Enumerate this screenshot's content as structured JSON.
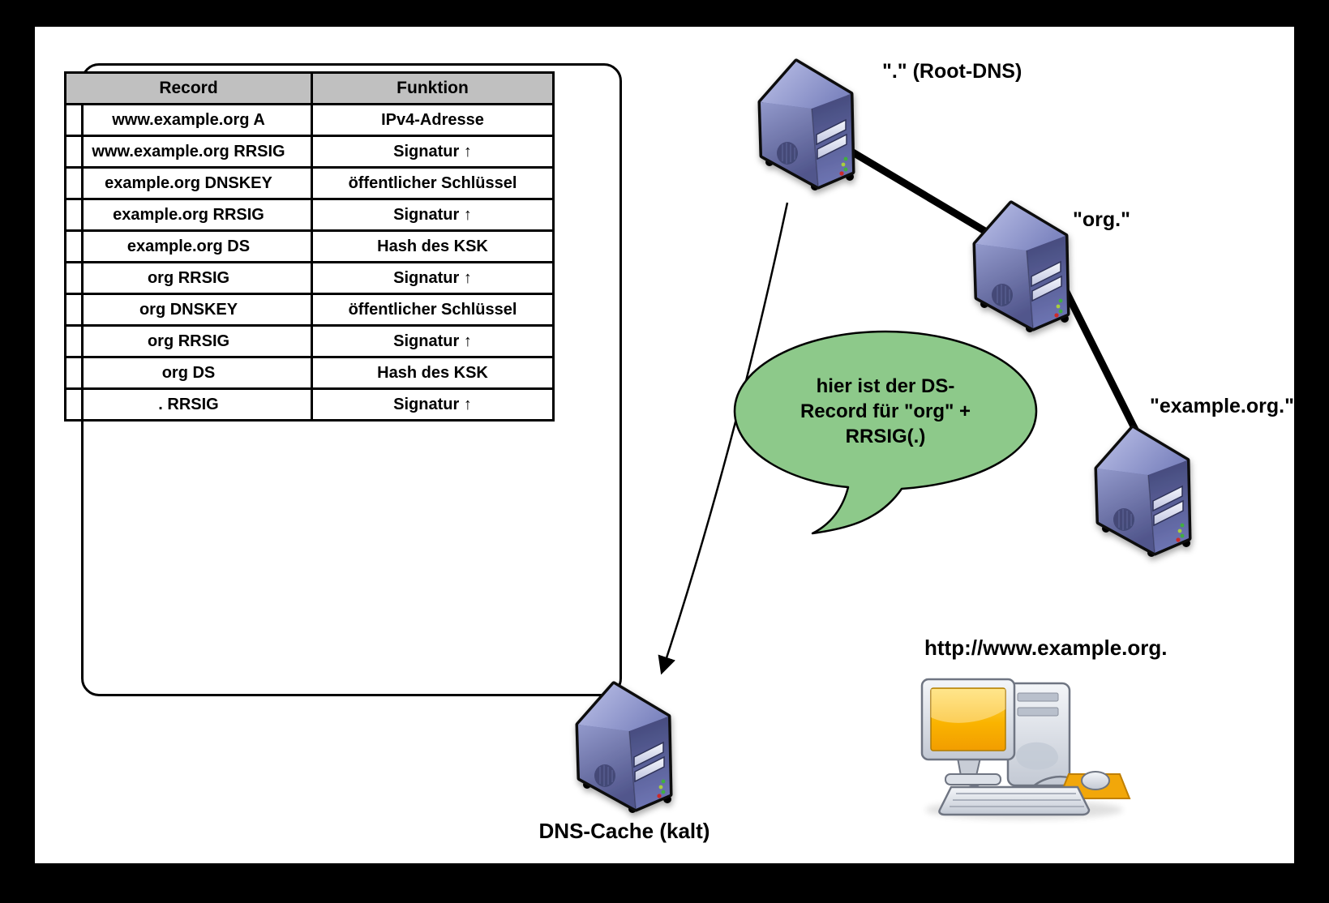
{
  "frame": {
    "background": "#000000",
    "canvas_color": "#ffffff"
  },
  "table": {
    "headers": [
      "Record",
      "Funktion"
    ],
    "header_bg": "#c0c0c0",
    "rows": [
      [
        "www.example.org A",
        "IPv4-Adresse"
      ],
      [
        "www.example.org RRSIG",
        "Signatur ↑"
      ],
      [
        "example.org DNSKEY",
        "öffentlicher Schlüssel"
      ],
      [
        "example.org RRSIG",
        "Signatur ↑"
      ],
      [
        "example.org DS",
        "Hash des KSK"
      ],
      [
        "org RRSIG",
        "Signatur ↑"
      ],
      [
        "org DNSKEY",
        "öffentlicher Schlüssel"
      ],
      [
        "org RRSIG",
        "Signatur ↑"
      ],
      [
        "org DS",
        "Hash des KSK"
      ],
      [
        ". RRSIG",
        "Signatur ↑"
      ]
    ]
  },
  "nodes": {
    "root_dns_label": "\".\" (Root-DNS)",
    "org_label": "\"org.\"",
    "example_org_label": "\"example.org.\"",
    "dns_cache_label": "DNS-Cache (kalt)",
    "client_url_label": "http://www.example.org."
  },
  "speech_bubble": {
    "lines": [
      "hier ist der DS-",
      "Record für \"org\" +",
      "RRSIG(.)"
    ],
    "fill": "#8dc98a"
  },
  "icons": {
    "server": "server-tower-icon",
    "client": "desktop-computer-icon",
    "arrowhead": "arrowhead-icon"
  },
  "colors": {
    "server_top": "#9fa5d6",
    "server_front": "#6a71ab",
    "server_side": "#4a4f82",
    "bubble_green": "#8dc98a",
    "screen_orange": "#f5a800",
    "mousepad_orange": "#f2a70a",
    "table_header_gray": "#c0c0c0",
    "line_black": "#000000"
  }
}
